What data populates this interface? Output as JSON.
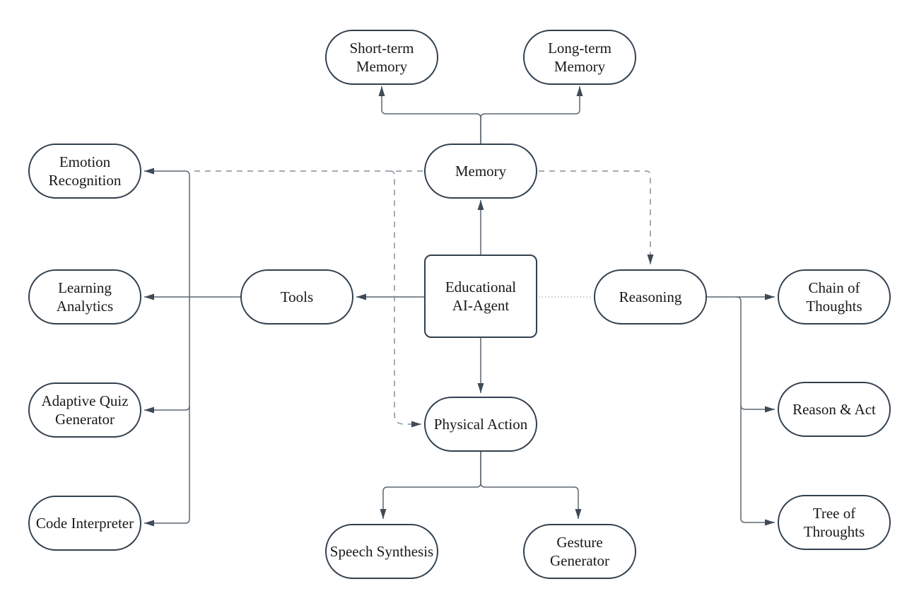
{
  "colors": {
    "node_border": "#32404e",
    "edge": "#5c6670",
    "dashed_edge": "#868f98",
    "dotted_edge": "#b4bac1",
    "arrowhead": "#3e4a57",
    "text": "#18191b",
    "background": "#ffffff"
  },
  "nodes": {
    "short_term_memory": {
      "label": "Short-term\nMemory"
    },
    "long_term_memory": {
      "label": "Long-term\nMemory"
    },
    "memory": {
      "label": "Memory"
    },
    "emotion_recognition": {
      "label": "Emotion\nRecognition"
    },
    "learning_analytics": {
      "label": "Learning\nAnalytics"
    },
    "tools": {
      "label": "Tools"
    },
    "educational_ai_agent": {
      "label": "Educational\nAI-Agent"
    },
    "reasoning": {
      "label": "Reasoning"
    },
    "chain_of_thoughts": {
      "label": "Chain of\nThoughts"
    },
    "adaptive_quiz_generator": {
      "label": "Adaptive Quiz\nGenerator"
    },
    "physical_action": {
      "label": "Physical Action"
    },
    "reason_act": {
      "label": "Reason & Act"
    },
    "code_interpreter": {
      "label": "Code Interpreter"
    },
    "speech_synthesis": {
      "label": "Speech Synthesis"
    },
    "gesture_generator": {
      "label": "Gesture\nGenerator"
    },
    "tree_of_throughts": {
      "label": "Tree of\nThroughts"
    }
  },
  "edges": [
    {
      "from": "educational_ai_agent",
      "to": "memory",
      "style": "solid"
    },
    {
      "from": "memory",
      "to": "short_term_memory",
      "style": "solid"
    },
    {
      "from": "memory",
      "to": "long_term_memory",
      "style": "solid"
    },
    {
      "from": "educational_ai_agent",
      "to": "tools",
      "style": "solid"
    },
    {
      "from": "tools",
      "to": "emotion_recognition",
      "style": "solid"
    },
    {
      "from": "tools",
      "to": "learning_analytics",
      "style": "solid"
    },
    {
      "from": "tools",
      "to": "adaptive_quiz_generator",
      "style": "solid"
    },
    {
      "from": "tools",
      "to": "code_interpreter",
      "style": "solid"
    },
    {
      "from": "educational_ai_agent",
      "to": "physical_action",
      "style": "solid"
    },
    {
      "from": "physical_action",
      "to": "speech_synthesis",
      "style": "solid"
    },
    {
      "from": "physical_action",
      "to": "gesture_generator",
      "style": "solid"
    },
    {
      "from": "reasoning",
      "to": "chain_of_thoughts",
      "style": "solid"
    },
    {
      "from": "reasoning",
      "to": "reason_act",
      "style": "solid"
    },
    {
      "from": "reasoning",
      "to": "tree_of_throughts",
      "style": "solid"
    },
    {
      "from": "memory",
      "to": "emotion_recognition",
      "style": "dashed"
    },
    {
      "from": "memory",
      "to": "reasoning",
      "style": "dashed"
    },
    {
      "from": "memory",
      "to": "physical_action",
      "style": "dashed"
    },
    {
      "from": "educational_ai_agent",
      "to": "reasoning",
      "style": "dotted"
    }
  ]
}
